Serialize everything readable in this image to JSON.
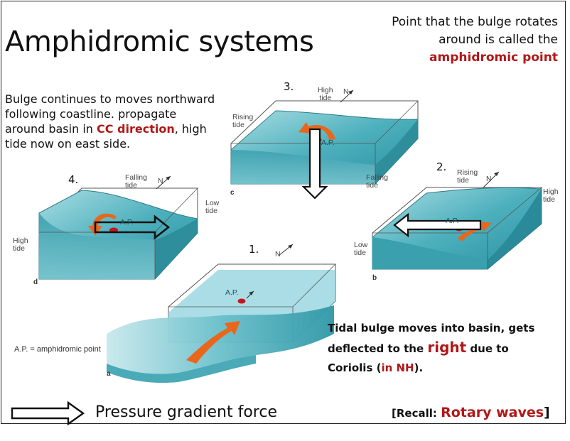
{
  "slide": {
    "title": "Amphidromic systems",
    "top_right": {
      "line1": "Point that the bulge rotates",
      "line2": "around is called the",
      "highlight": "amphidromic point"
    },
    "left_note": {
      "line1": "Bulge continues to moves northward",
      "line2": "following coastline. propagate",
      "line3_pre": "around basin in ",
      "line3_red": "CC direction",
      "line3_post": ", high",
      "line4": "tide now on east side."
    },
    "bottom_note": {
      "line1": "Tidal bulge moves into basin, gets",
      "line2_pre": "deflected to the ",
      "line2_red": "right",
      "line2_post": " due to",
      "line3_pre": "Coriolis (",
      "line3_red": "in NH",
      "line3_post": ")."
    },
    "legend": {
      "label": "Pressure gradient force"
    },
    "recall": {
      "pre": "[Recall: ",
      "red": "Rotary waves",
      "post": "]"
    },
    "caption": "A.P. = amphidromic point",
    "colors": {
      "water": "#3fa6b4",
      "water_light": "#8fd0d8",
      "arrow": "#e8671c",
      "ap_dot": "#c8141c",
      "red_text": "#b01818"
    }
  },
  "panels": {
    "p1": {
      "number": "1.",
      "letter": "a",
      "ap": "A.P.",
      "north": "N"
    },
    "p2": {
      "number": "2.",
      "letter": "b",
      "ap": "A.P.",
      "north": "N",
      "rising1": "Rising",
      "rising2": "tide",
      "high1": "High",
      "high2": "tide",
      "low1": "Low",
      "low2": "tide"
    },
    "p3": {
      "number": "3.",
      "letter": "c",
      "ap": "A.P.",
      "north": "N",
      "high1": "High",
      "high2": "tide",
      "rising1": "Rising",
      "rising2": "tide",
      "falling1": "Falling",
      "falling2": "tide"
    },
    "p4": {
      "number": "4.",
      "letter": "d",
      "ap": "A.P.",
      "north": "N",
      "falling1": "Falling",
      "falling2": "tide",
      "low1": "Low",
      "low2": "tide",
      "high1": "High",
      "high2": "tide"
    }
  }
}
